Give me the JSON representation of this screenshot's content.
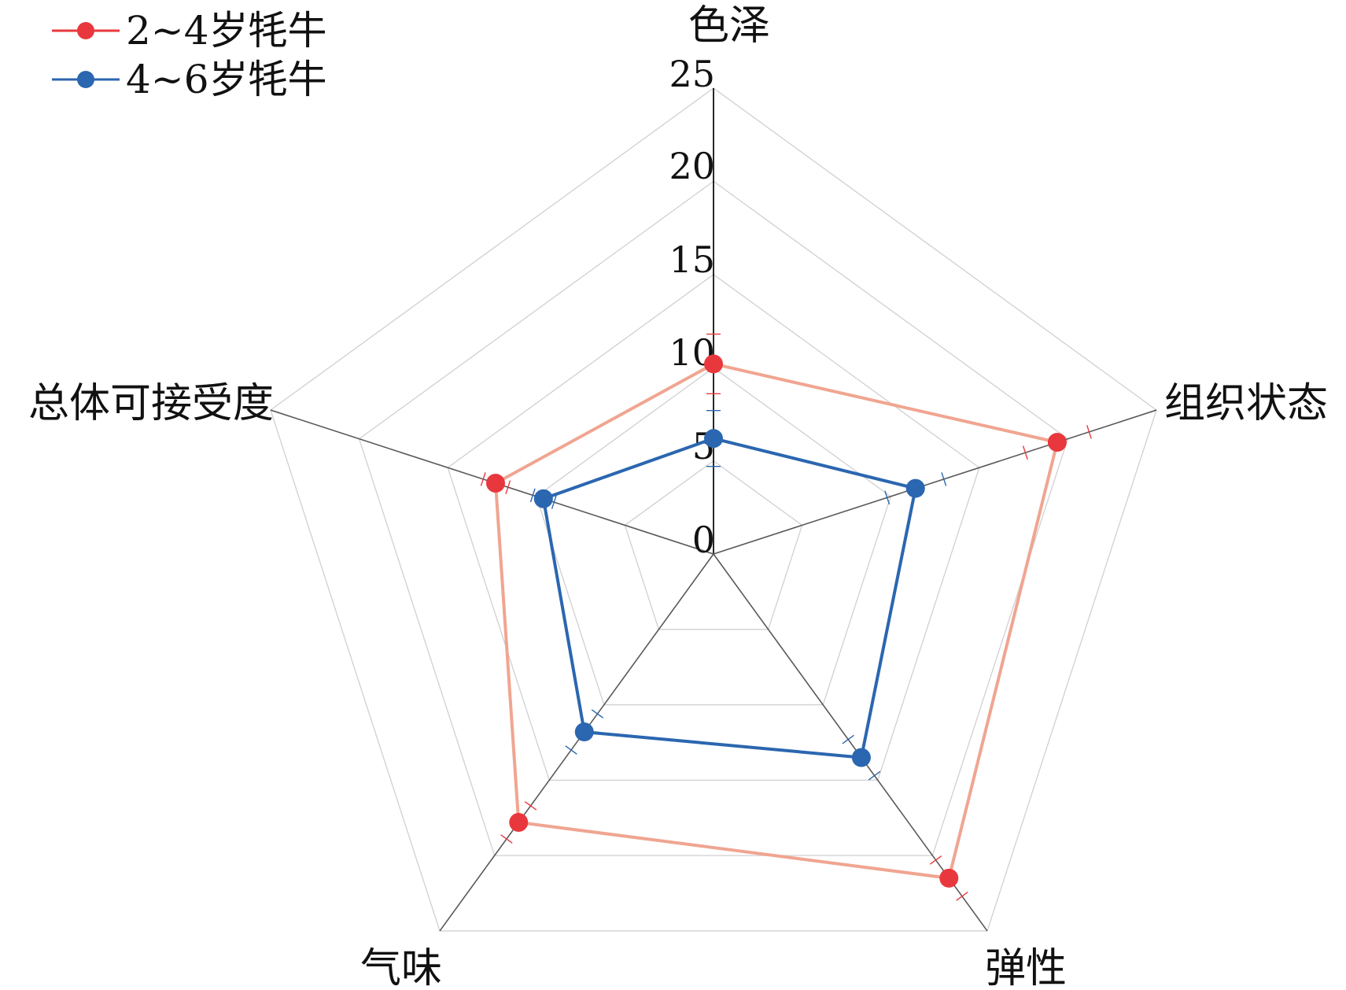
{
  "chart_data": {
    "type": "radar",
    "axes": [
      "色泽",
      "组织状态",
      "弹性",
      "气味",
      "总体可接受度"
    ],
    "rlim": [
      0,
      25
    ],
    "ticks": [
      0,
      5,
      10,
      15,
      20,
      25
    ],
    "tick_labels": [
      "0",
      "5",
      "10",
      "15",
      "20",
      "25"
    ],
    "grid": true,
    "legend_position": "top-left",
    "series": [
      {
        "name": "2~4岁牦牛",
        "values": [
          10.2,
          19.4,
          21.5,
          17.8,
          12.3
        ],
        "errors": [
          1.6,
          1.8,
          1.2,
          1.1,
          0.7
        ],
        "marker_color": "#e8383d",
        "line_color": "#f0a591"
      },
      {
        "name": "4~6岁牦牛",
        "values": [
          6.2,
          11.4,
          13.5,
          11.8,
          9.6
        ],
        "errors": [
          1.5,
          1.6,
          1.2,
          1.2,
          0.6
        ],
        "marker_color": "#2b66b0",
        "line_color": "#2b66b0"
      }
    ]
  }
}
